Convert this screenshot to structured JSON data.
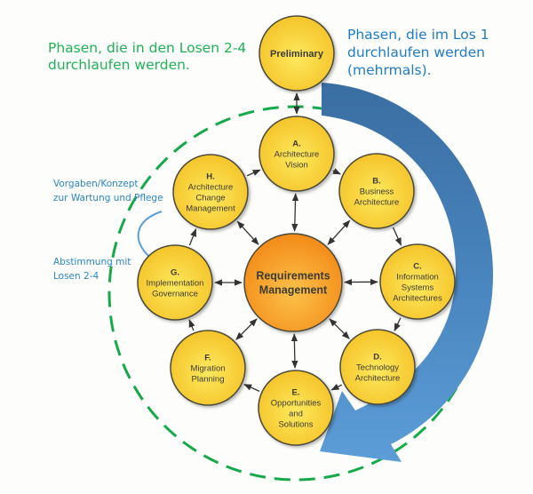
{
  "colors": {
    "phase_fill": "#f8cc2c",
    "phase_fill_light": "#fde461",
    "phase_stroke": "#4a4a3a",
    "center_fill": "#f59a1e",
    "center_fill_light": "#fbc04a",
    "label_text": "#3b3b34",
    "dashed_ring": "#16a94a",
    "big_arrow_dark": "#3d74a8",
    "big_arrow_light": "#5b9bd5",
    "feedback_arc": "#5c9fd8",
    "green_note": "#1fb257",
    "blue_note": "#1f7cc5"
  },
  "annotations": {
    "lose_2_4": {
      "lines": [
        "Phasen, die in den Losen 2-4",
        "durchlaufen werden."
      ]
    },
    "los_1": {
      "lines": [
        "Phasen, die im Los 1",
        "durchlaufen werden",
        "(mehrmals)."
      ]
    },
    "wartung": {
      "lines": [
        "Vorgaben/Konzept",
        "zur Wartung und Pflege"
      ]
    },
    "abstimmung": {
      "lines": [
        "Abstimmung mit",
        "Losen 2-4"
      ]
    }
  },
  "diagram": {
    "preliminary": {
      "lines": [
        "Preliminary"
      ]
    },
    "center": {
      "lines": [
        "Requirements",
        "Management"
      ]
    },
    "phases": [
      {
        "id": "A",
        "letter": "A.",
        "lines": [
          "Architecture",
          "Vision"
        ]
      },
      {
        "id": "B",
        "letter": "B.",
        "lines": [
          "Business",
          "Architecture"
        ]
      },
      {
        "id": "C",
        "letter": "C.",
        "lines": [
          "Information",
          "Systems",
          "Architectures"
        ]
      },
      {
        "id": "D",
        "letter": "D.",
        "lines": [
          "Technology",
          "Architecture"
        ]
      },
      {
        "id": "E",
        "letter": "E.",
        "lines": [
          "Opportunities",
          "and",
          "Solutions"
        ]
      },
      {
        "id": "F",
        "letter": "F.",
        "lines": [
          "Migration",
          "Planning"
        ]
      },
      {
        "id": "G",
        "letter": "G.",
        "lines": [
          "Implementation",
          "Governance"
        ]
      },
      {
        "id": "H",
        "letter": "H.",
        "lines": [
          "Architecture",
          "Change",
          "Management"
        ]
      }
    ]
  }
}
